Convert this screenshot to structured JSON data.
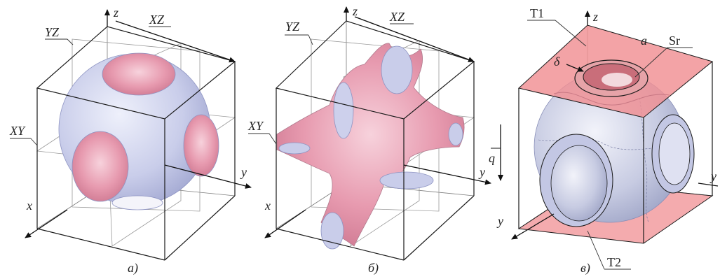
{
  "panels": [
    {
      "caption": "а)",
      "axes": {
        "z": "z",
        "y": "y",
        "x": "x"
      },
      "planes": {
        "yz": "YZ",
        "xz": "XZ",
        "xy": "XY"
      }
    },
    {
      "caption": "б)",
      "axes": {
        "z": "z",
        "y": "y",
        "x": "x"
      },
      "planes": {
        "yz": "YZ",
        "xz": "XZ",
        "xy": "XY"
      }
    },
    {
      "caption": "в)",
      "axes": {
        "z": "z",
        "y": "y",
        "x": "y"
      },
      "labels": {
        "t1": "T1",
        "t2": "T2",
        "a": "a",
        "sr": "Sr",
        "delta": "δ",
        "q": "q"
      }
    }
  ],
  "colors": {
    "shell_blue": "#c9cdea",
    "shell_pink": "#e79aaf",
    "plate_red": "#f08f93"
  }
}
